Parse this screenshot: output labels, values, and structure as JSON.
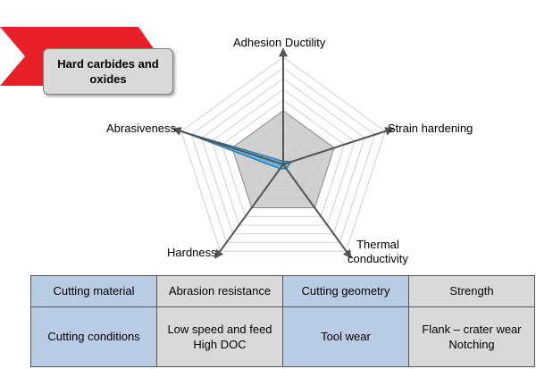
{
  "badge": {
    "line1": "Hard carbides and",
    "line2": "oxides"
  },
  "radar": {
    "axes": [
      {
        "label": "Adhesion Ductility",
        "value": 0.5,
        "peak": 0.03
      },
      {
        "label": "Strain hardening",
        "value": 0.5,
        "peak": 0.08
      },
      {
        "label": "Thermal",
        "label2": "conductivity",
        "value": 0.5,
        "peak": 0.05
      },
      {
        "label": "Hardness",
        "label2": "",
        "value": 0.5,
        "peak": 0.05
      },
      {
        "label": "Abrasiveness",
        "value": 0.5,
        "peak": 1.0
      }
    ],
    "grid_levels": 10,
    "colors": {
      "reference_fill": "#c8c8c8",
      "reference_stroke": "#8c8c8c",
      "peak_fill": "#4fb3e8",
      "peak_stroke": "#1f6fa0",
      "axis": "#555555",
      "grid": "#d0d0d0",
      "ribbon": "#e8202a"
    }
  },
  "table": {
    "rows": [
      [
        {
          "text": "Cutting material",
          "style": "blue"
        },
        {
          "text": "Abrasion resistance",
          "style": "gray"
        },
        {
          "text": "Cutting geometry",
          "style": "blue"
        },
        {
          "text": "Strength",
          "style": "gray"
        }
      ],
      [
        {
          "text": "Cutting conditions",
          "style": "blue"
        },
        {
          "text": "Low speed and feed",
          "text2": "High DOC",
          "style": "gray"
        },
        {
          "text": "Tool wear",
          "style": "blue"
        },
        {
          "text": "Flank – crater wear",
          "text2": "Notching",
          "style": "gray"
        }
      ]
    ]
  }
}
